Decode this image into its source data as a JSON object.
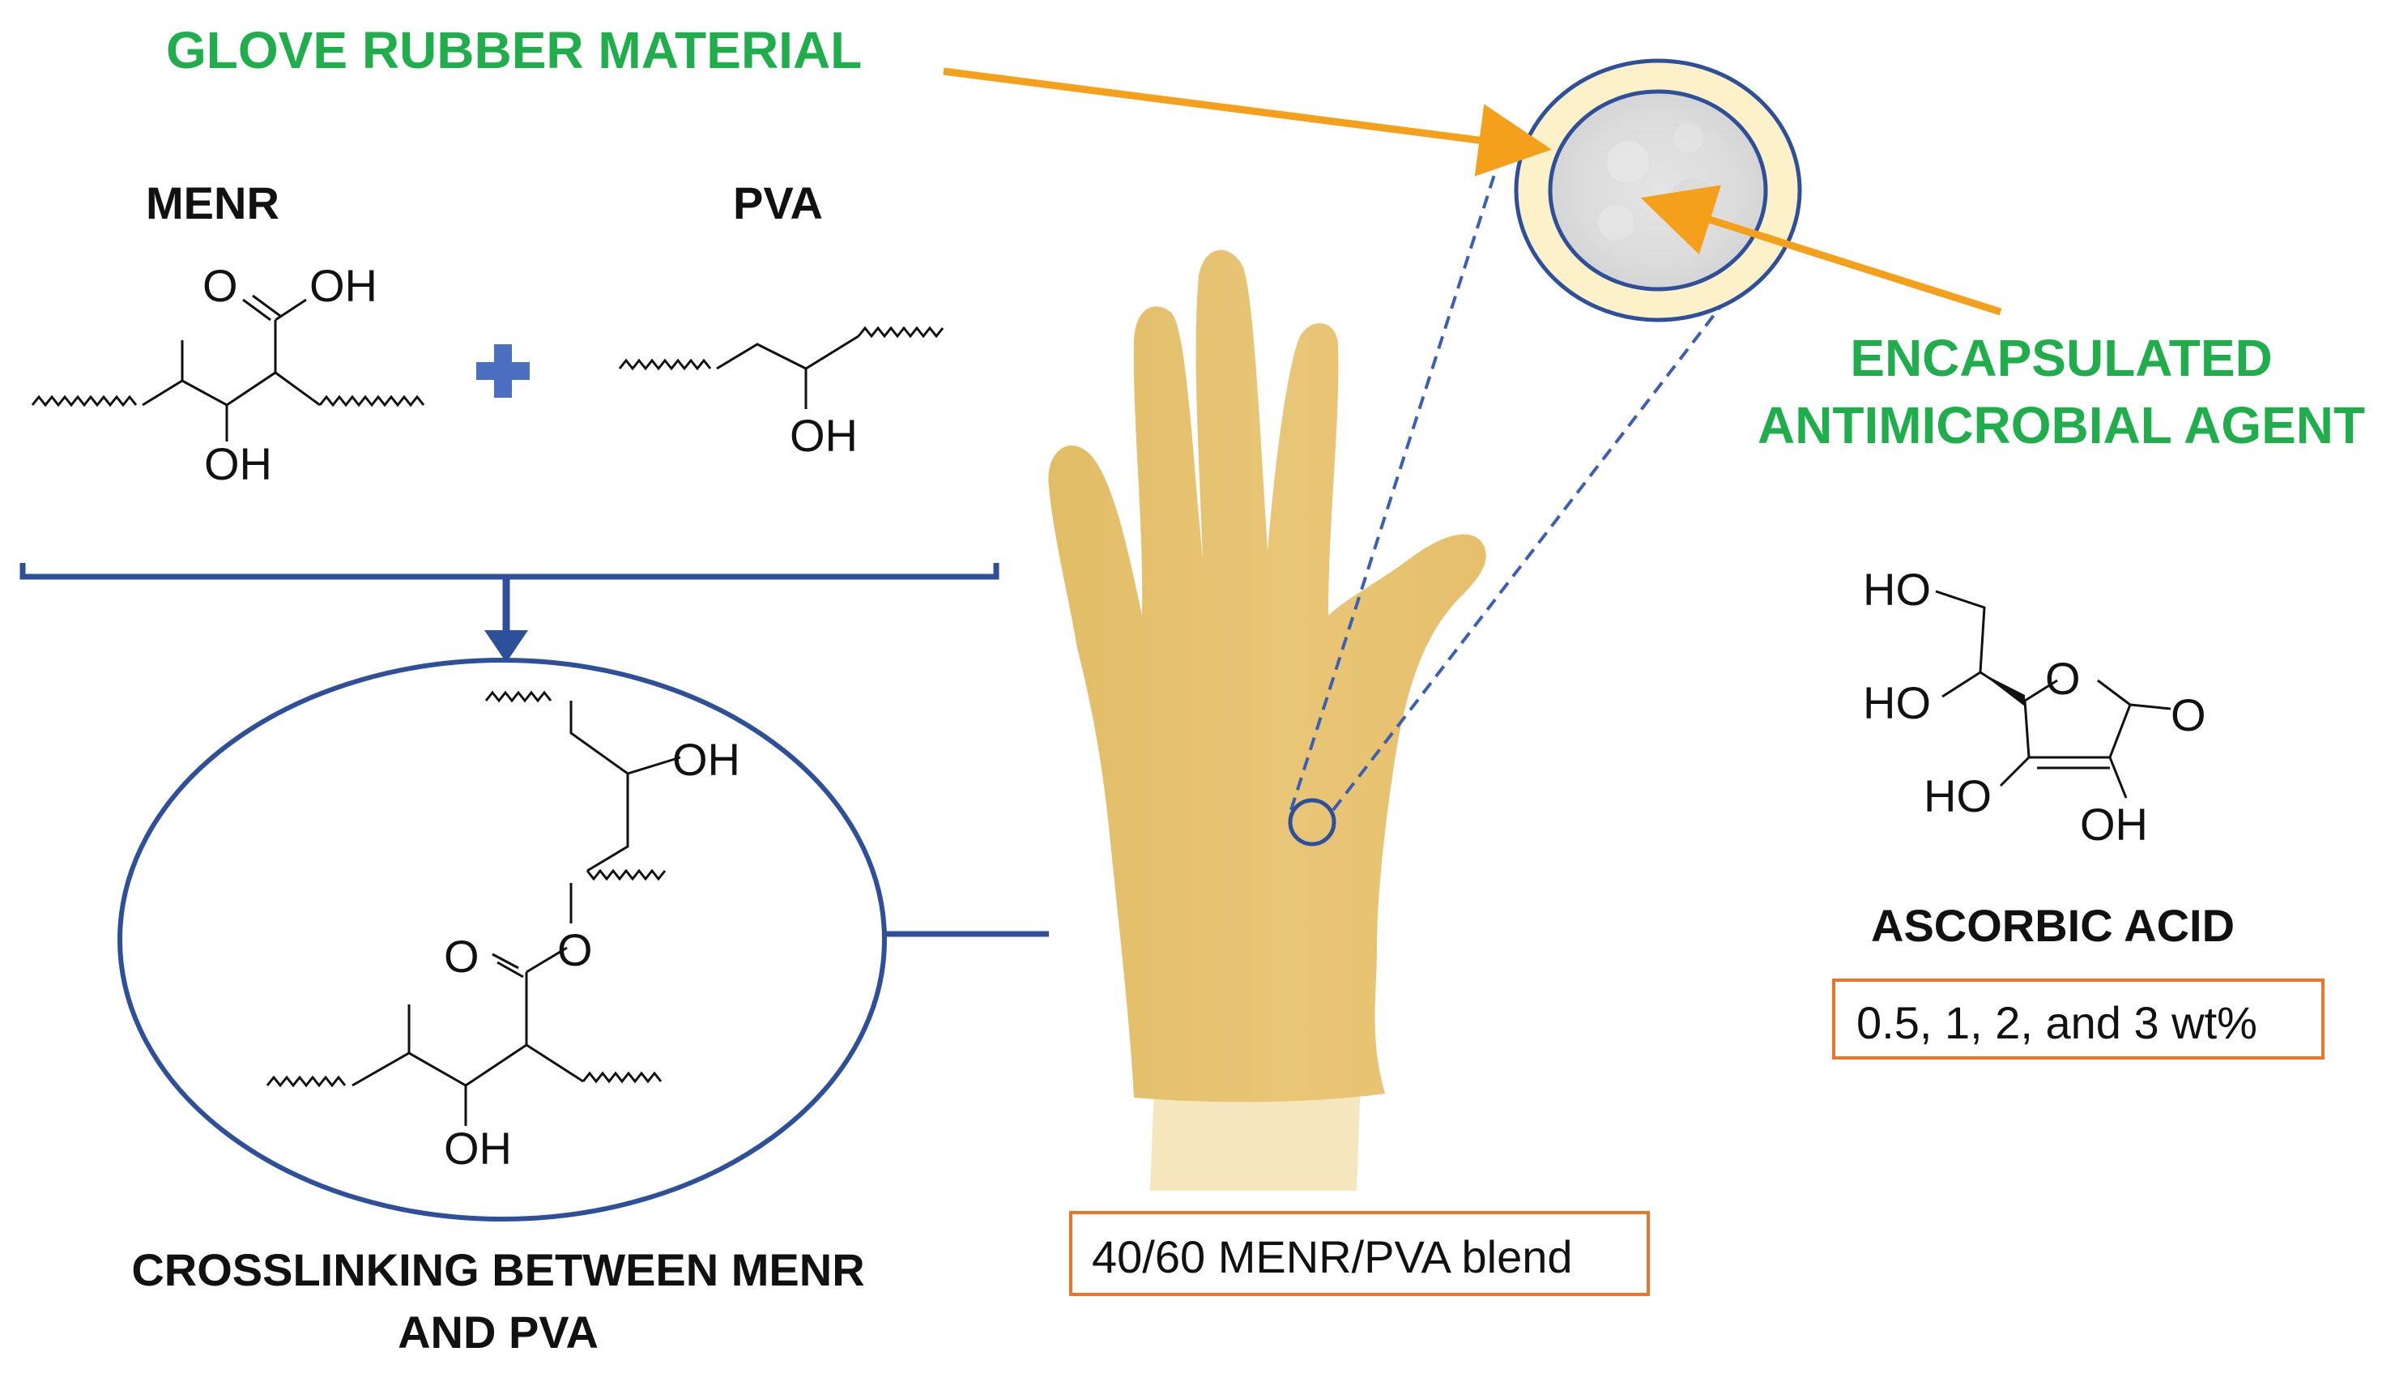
{
  "labels": {
    "glove_rubber": "GLOVE RUBBER MATERIAL",
    "menr": "MENR",
    "pva": "PVA",
    "encapsulated_line1": "ENCAPSULATED",
    "encapsulated_line2": "ANTIMICROBIAL AGENT",
    "ascorbic_acid": "ASCORBIC ACID",
    "concentrations": "0.5, 1, 2, and  3 wt%",
    "blend": "40/60 MENR/PVA blend",
    "crosslinking_line1": "CROSSLINKING BETWEEN MENR",
    "crosslinking_line2": "AND PVA"
  },
  "chem": {
    "menr_o": "O",
    "menr_oh_top": "OH",
    "menr_oh_bottom": "OH",
    "pva_oh": "OH",
    "cross_oh_top": "OH",
    "cross_o_ester": "O",
    "cross_o_link": "O",
    "cross_oh_bottom": "OH",
    "asc_ho_top": "HO",
    "asc_ho_mid": "HO",
    "asc_o_ring": "O",
    "asc_o_carbonyl": "O",
    "asc_ho_bottom": "HO",
    "asc_oh_bottom": "OH"
  },
  "colors": {
    "green_text": "#1fae4b",
    "orange_arrow": "#f5a01a",
    "orange_box": "#e8762d",
    "blue": "#2e4f9a",
    "glove": "#e6c26f",
    "skin": "#f6e6bd",
    "circle_fill": "#fdf1c9"
  }
}
